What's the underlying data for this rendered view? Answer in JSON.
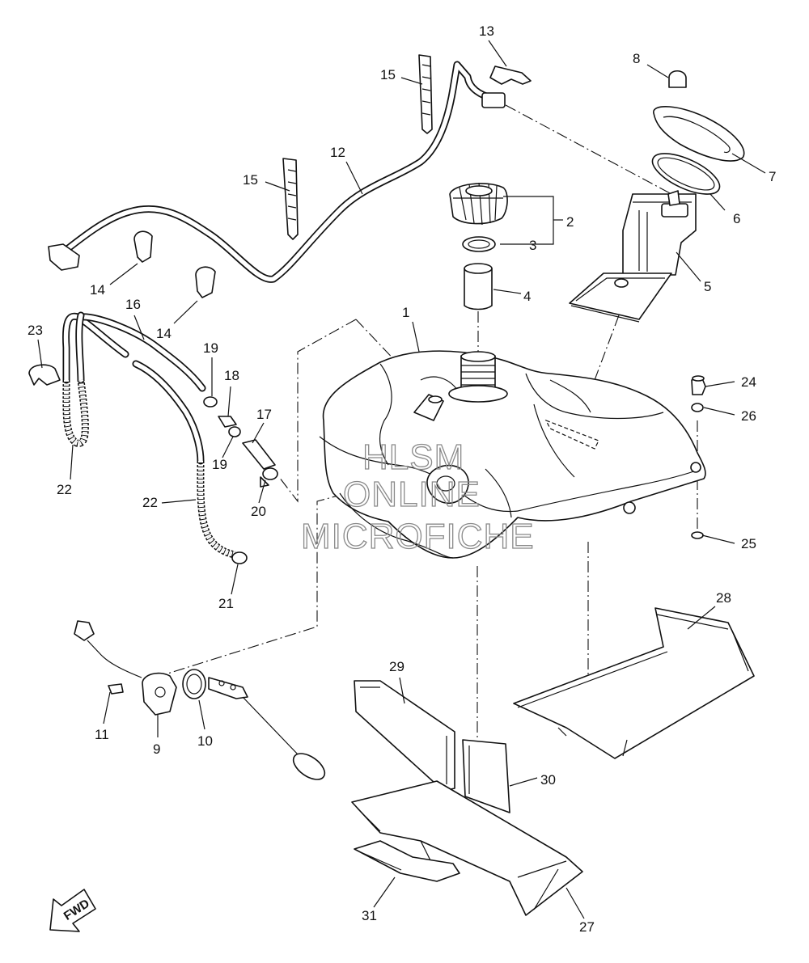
{
  "callouts": [
    {
      "n": "1"
    },
    {
      "n": "2"
    },
    {
      "n": "3"
    },
    {
      "n": "4"
    },
    {
      "n": "5"
    },
    {
      "n": "6"
    },
    {
      "n": "7"
    },
    {
      "n": "8"
    },
    {
      "n": "9"
    },
    {
      "n": "10"
    },
    {
      "n": "11"
    },
    {
      "n": "12"
    },
    {
      "n": "13"
    },
    {
      "n": "14"
    },
    {
      "n": "14"
    },
    {
      "n": "15"
    },
    {
      "n": "15"
    },
    {
      "n": "16"
    },
    {
      "n": "17"
    },
    {
      "n": "18"
    },
    {
      "n": "19"
    },
    {
      "n": "19"
    },
    {
      "n": "20"
    },
    {
      "n": "21"
    },
    {
      "n": "22"
    },
    {
      "n": "22"
    },
    {
      "n": "23"
    },
    {
      "n": "24"
    },
    {
      "n": "25"
    },
    {
      "n": "26"
    },
    {
      "n": "27"
    },
    {
      "n": "28"
    },
    {
      "n": "29"
    },
    {
      "n": "30"
    },
    {
      "n": "31"
    }
  ],
  "watermark": {
    "line1": "HLSM",
    "line2": "ONLINE",
    "line3": "MICROFICHE"
  },
  "direction_arrow": {
    "label": "FWD"
  },
  "colors": {
    "ink": "#111111",
    "watermark": "#8a8a8a",
    "background": "#ffffff"
  }
}
